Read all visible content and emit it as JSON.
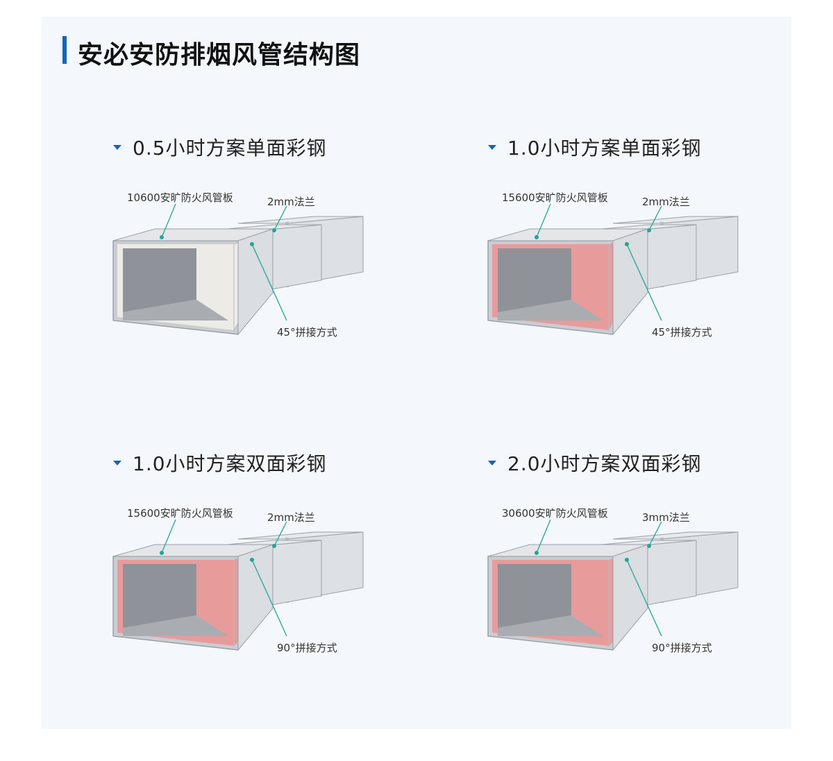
{
  "page_title": "安必安防排烟风管结构图",
  "colors": {
    "accent": "#1463b8",
    "leader": "#20a59a",
    "fire_board_pink": "#e89b9b",
    "fire_board_white": "#ecebe6",
    "steel": "#c8ccd2"
  },
  "diagrams": [
    {
      "heading": "0.5小时方案单面彩钢",
      "board_label": "10600安旷防火风管板",
      "flange_label": "2mm法兰",
      "joint_label": "45°拼接方式",
      "board_color": "white",
      "joint": "45"
    },
    {
      "heading": "1.0小时方案单面彩钢",
      "board_label": "15600安旷防火风管板",
      "flange_label": "2mm法兰",
      "joint_label": "45°拼接方式",
      "board_color": "pink",
      "joint": "45"
    },
    {
      "heading": "1.0小时方案双面彩钢",
      "board_label": "15600安旷防火风管板",
      "flange_label": "2mm法兰",
      "joint_label": "90°拼接方式",
      "board_color": "pink",
      "joint": "90"
    },
    {
      "heading": "2.0小时方案双面彩钢",
      "board_label": "30600安旷防火风管板",
      "flange_label": "3mm法兰",
      "joint_label": "90°拼接方式",
      "board_color": "pink",
      "joint": "90"
    }
  ]
}
